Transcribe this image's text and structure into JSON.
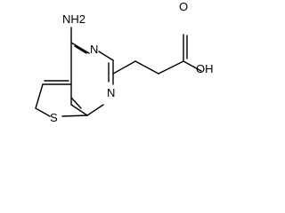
{
  "molecule": {
    "atoms": {
      "amine": "NH2",
      "ring_n_top": "N",
      "ring_n_bottom": "N",
      "sulfur": "S",
      "hydroxyl": "OH",
      "carbonyl_o": "O"
    }
  }
}
